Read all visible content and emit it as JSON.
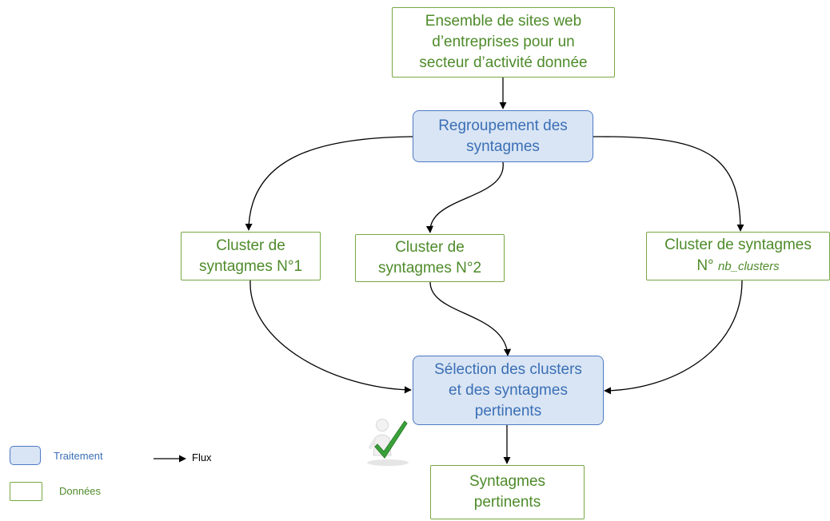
{
  "nodes": {
    "source": {
      "lines": [
        "Ensemble de sites web",
        "d’entreprises pour un",
        "secteur d’activité donnée"
      ],
      "kind": "data"
    },
    "grouping": {
      "lines": [
        "Regroupement des",
        "syntagmes"
      ],
      "kind": "process"
    },
    "cluster1": {
      "lines": [
        "Cluster de",
        "syntagmes N°1"
      ],
      "kind": "data"
    },
    "cluster2": {
      "lines": [
        "Cluster de",
        "syntagmes N°2"
      ],
      "kind": "data"
    },
    "clusterN": {
      "line1": "Cluster de syntagmes",
      "line2_prefix": "N° ",
      "line2_var": "nb_clusters",
      "kind": "data"
    },
    "selection": {
      "lines": [
        "Sélection des clusters",
        "et des syntagmes",
        "pertinents"
      ],
      "kind": "process"
    },
    "result": {
      "lines": [
        "Syntagmes",
        "pertinents"
      ],
      "kind": "data"
    }
  },
  "edges": [
    {
      "from": "source",
      "to": "grouping"
    },
    {
      "from": "grouping",
      "to": "cluster1"
    },
    {
      "from": "grouping",
      "to": "cluster2"
    },
    {
      "from": "grouping",
      "to": "clusterN"
    },
    {
      "from": "cluster1",
      "to": "selection"
    },
    {
      "from": "cluster2",
      "to": "selection"
    },
    {
      "from": "clusterN",
      "to": "selection"
    },
    {
      "from": "selection",
      "to": "result"
    }
  ],
  "legend": {
    "process_label": "Traitement",
    "data_label": "Données",
    "flow_label": "Flux"
  },
  "colors": {
    "data_border": "#77a745",
    "data_text": "#4e8b2a",
    "process_border": "#4d79c4",
    "process_fill": "#d9e5f4",
    "process_text": "#3b6fb6",
    "edge": "#000000"
  },
  "icons": {
    "validation": "person-checkmark-icon"
  }
}
